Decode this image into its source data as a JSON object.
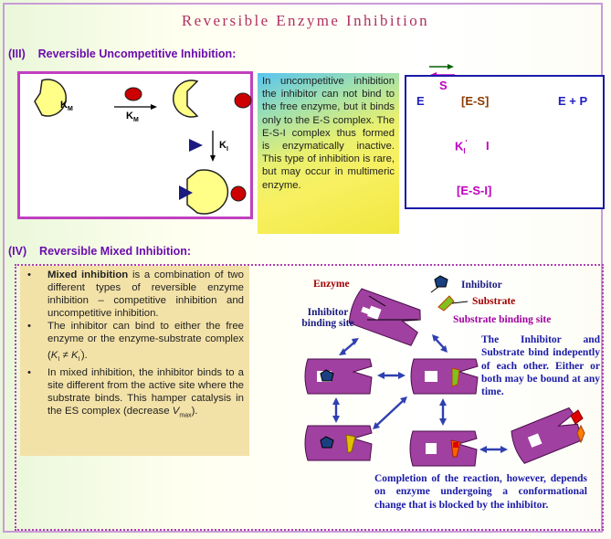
{
  "title": "Reversible Enzyme Inhibition",
  "section3": {
    "number": "(III)",
    "heading": "Reversible Uncompetitive Inhibition:"
  },
  "km_label": "K",
  "km_sub": "M",
  "ki_label": "K",
  "ki_sub": "I",
  "description": "In uncompetitive inhibition the inhibitor can not bind to the free enzyme, but it binds only to the E-S complex. The E-S-I complex thus formed is enzymatically inactive. This type of inhibition is rare, but may occur in multimeric enzyme.",
  "scheme": {
    "s": "S",
    "e": "E",
    "es": "[E-S]",
    "ep": "E + P",
    "ki": "K",
    "ki_sub": "I",
    "ki_sup": "'",
    "i": "I",
    "esi": "[E-S-I]"
  },
  "section4": {
    "number": "(IV)",
    "heading": "Reversible Mixed Inhibition:"
  },
  "bullets": {
    "b1_bold": "Mixed inhibition",
    "b1_rest": " is a combination of two different types of reversible enzyme inhibition – competitive inhibition and uncompetitive inhibition.",
    "b2_a": "The inhibitor can bind to either the free enzyme or the enzyme-substrate complex (",
    "b2_ki": "K",
    "b2_ki_sub": "I",
    "b2_neq": " ≠ ",
    "b2_ki2": "K",
    "b2_ki2_sub": "I",
    "b2_ki2_sup": "'",
    "b2_end": ").",
    "b3_a": "In mixed inhibition, the inhibitor binds to a site different from the active site where the substrate binds. This hamper catalysis in the ES complex (decrease ",
    "b3_v": "V",
    "b3_sub": "max",
    "b3_end": ")."
  },
  "labels": {
    "enzyme": "Enzyme",
    "inhibitor": "Inhibitor",
    "substrate": "Substrate",
    "inhibitor_site_1": "Inhibitor",
    "inhibitor_site_2": "binding site",
    "substrate_site": "Substrate binding site"
  },
  "para_binding": "The Inhibitor and Substrate bind indepently of each other. Either or both may be bound at any time.",
  "para_completion": "Completion of the reaction, however, depends on enzyme undergoing a conformational change that is blocked by the inhibitor.",
  "colors": {
    "enzyme_body": "#ffff88",
    "substrate_red": "#cc0000",
    "inhibitor_navy": "#1a1a80",
    "pacman_purple": "#a040a0",
    "arrow_blue": "#3040b0",
    "scheme_purple": "#c000c0",
    "scheme_green": "#006000",
    "scheme_blue": "#2020c0"
  }
}
